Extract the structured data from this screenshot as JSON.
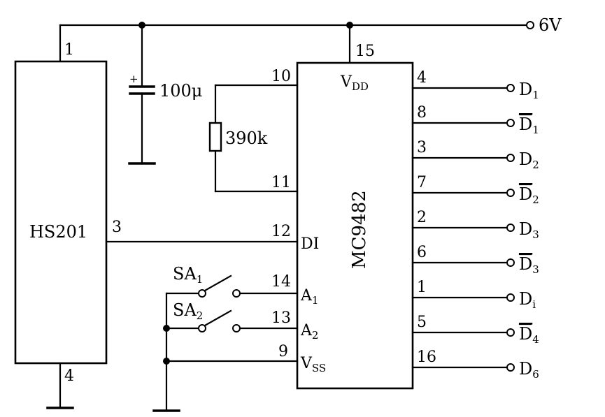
{
  "supply": {
    "label": "6V"
  },
  "hs201": {
    "name": "HS201",
    "pins": {
      "vdd": "1",
      "out": "3",
      "gnd": "4"
    }
  },
  "capacitor": {
    "value": "100μ",
    "polarity": "+"
  },
  "resistor": {
    "value": "390k"
  },
  "mc9482": {
    "name": "MC9482",
    "vdd": {
      "main": "V",
      "sub": "DD",
      "pin": "15"
    },
    "vss": {
      "main": "V",
      "sub": "SS",
      "pin": "9"
    },
    "rc_pin_top": "10",
    "rc_pin_bottom": "11",
    "di": {
      "label": "DI",
      "pin": "12"
    },
    "a1": {
      "main": "A",
      "sub": "1",
      "pin": "14"
    },
    "a2": {
      "main": "A",
      "sub": "2",
      "pin": "13"
    }
  },
  "switches": [
    {
      "main": "SA",
      "sub": "1"
    },
    {
      "main": "SA",
      "sub": "2"
    }
  ],
  "outputs": [
    {
      "pin": "4",
      "main": "D",
      "sub": "1",
      "overline": false
    },
    {
      "pin": "8",
      "main": "D",
      "sub": "1",
      "overline": true
    },
    {
      "pin": "3",
      "main": "D",
      "sub": "2",
      "overline": false
    },
    {
      "pin": "7",
      "main": "D",
      "sub": "2",
      "overline": true
    },
    {
      "pin": "2",
      "main": "D",
      "sub": "3",
      "overline": false
    },
    {
      "pin": "6",
      "main": "D",
      "sub": "3",
      "overline": true
    },
    {
      "pin": "1",
      "main": "D",
      "sub": "i",
      "overline": false
    },
    {
      "pin": "5",
      "main": "D",
      "sub": "4",
      "overline": true
    },
    {
      "pin": "16",
      "main": "D",
      "sub": "6",
      "overline": false
    }
  ]
}
